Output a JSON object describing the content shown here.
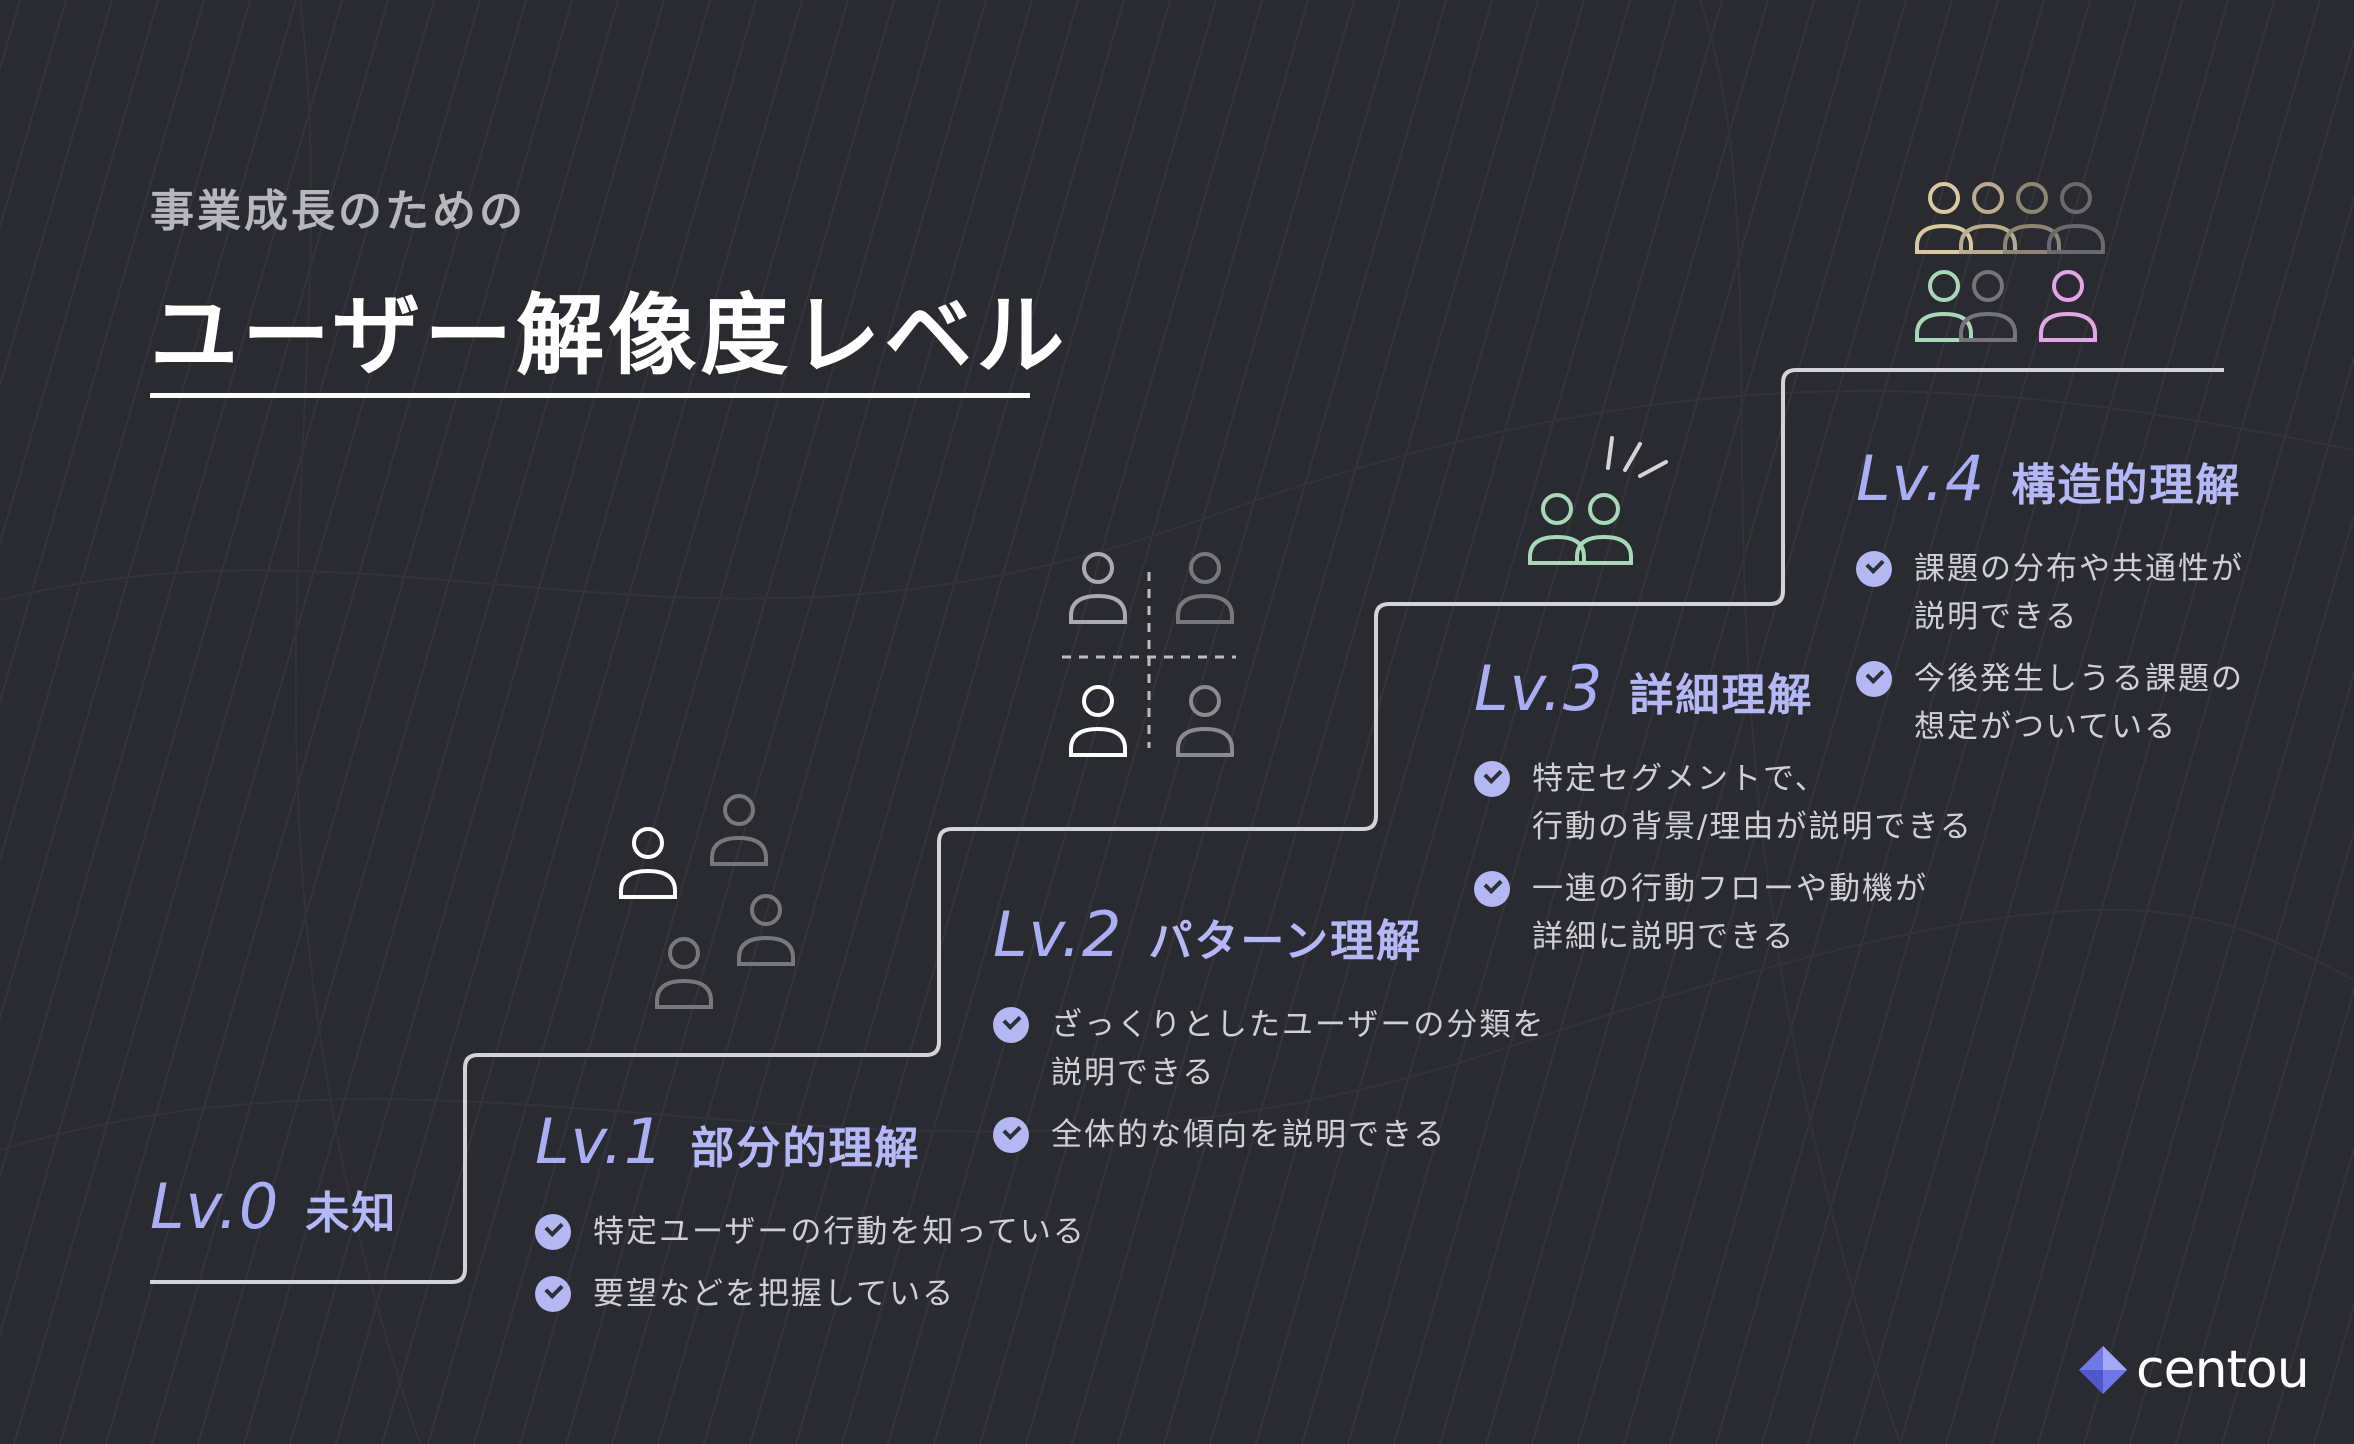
{
  "header": {
    "subtitle": "事業成長のための",
    "title": "ユーザー解像度レベル"
  },
  "levels": [
    {
      "code": "Lv.0",
      "name": "未知",
      "items": []
    },
    {
      "code": "Lv.1",
      "name": "部分的理解",
      "items": [
        "特定ユーザーの行動を知っている",
        "要望などを把握している"
      ]
    },
    {
      "code": "Lv.2",
      "name": "パターン理解",
      "items": [
        "ざっくりとしたユーザーの分類を\n説明できる",
        "全体的な傾向を説明できる"
      ]
    },
    {
      "code": "Lv.3",
      "name": "詳細理解",
      "items": [
        "特定セグメントで、\n行動の背景/理由が説明できる",
        "一連の行動フローや動機が\n詳細に説明できる"
      ]
    },
    {
      "code": "Lv.4",
      "name": "構造的理解",
      "items": [
        "課題の分布や共通性が\n説明できる",
        "今後発生しうる課題の\n想定がついている"
      ]
    }
  ],
  "brand": {
    "name": "centou"
  },
  "colors": {
    "background": "#2a2b30",
    "accent": "#a9aef5",
    "stair": "#d4d4d8",
    "user_white": "#ffffff",
    "user_gray": "#77777c",
    "user_green": "#a7d8b8",
    "user_beige": "#d9c9a0",
    "user_pink": "#e2a6e6"
  },
  "icons": [
    "user-icon",
    "check-icon",
    "speech-lines-icon",
    "centou-diamond-icon"
  ]
}
